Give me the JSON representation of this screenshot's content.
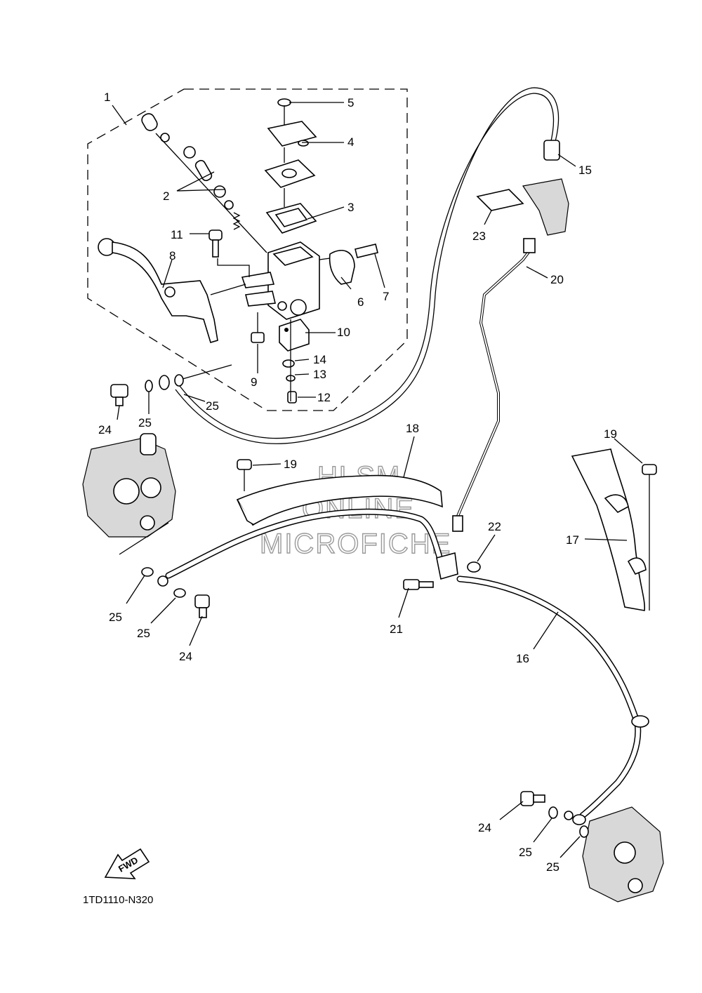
{
  "diagram_code": "1TD1110-N320",
  "fwd_label": "FWD",
  "watermark": {
    "line1": "HLSM",
    "line2": "ONLINE",
    "line3": "MICROFICHE"
  },
  "callouts": {
    "c1": "1",
    "c2": "2",
    "c3": "3",
    "c4": "4",
    "c5": "5",
    "c6": "6",
    "c7": "7",
    "c8": "8",
    "c9": "9",
    "c10": "10",
    "c11": "11",
    "c12": "12",
    "c13": "13",
    "c14": "14",
    "c15": "15",
    "c16": "16",
    "c17": "17",
    "c18": "18",
    "c19a": "19",
    "c19b": "19",
    "c20": "20",
    "c21": "21",
    "c22": "22",
    "c23": "23",
    "c24a": "24",
    "c24b": "24",
    "c24c": "24",
    "c25a": "25",
    "c25b": "25",
    "c25c": "25",
    "c25d": "25",
    "c25e": "25",
    "c25f": "25"
  }
}
